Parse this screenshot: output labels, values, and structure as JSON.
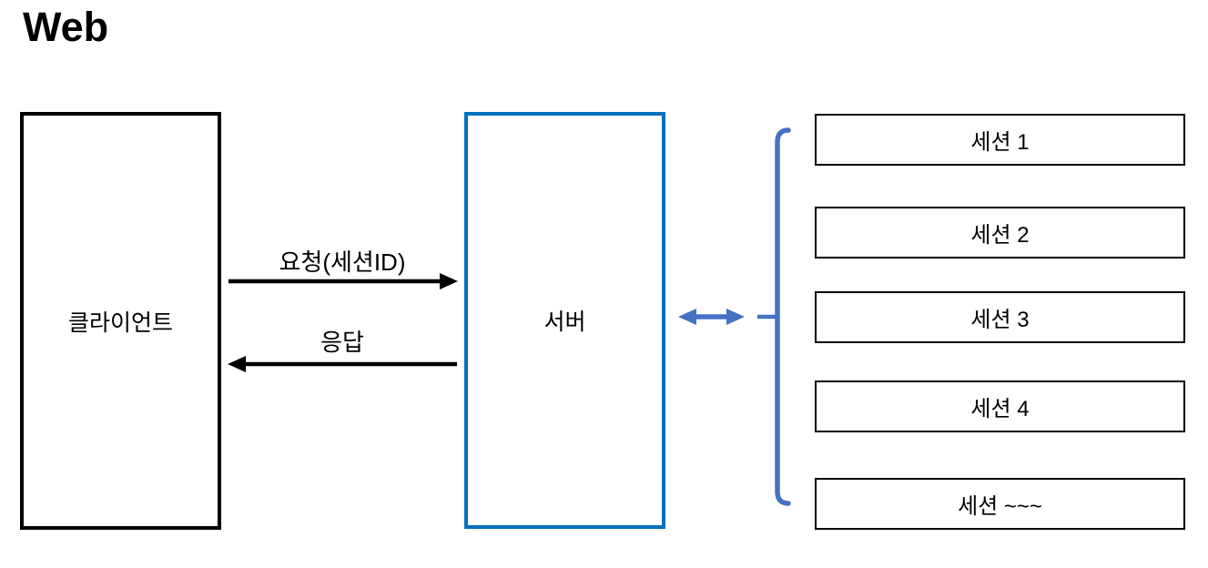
{
  "title": "Web",
  "colors": {
    "shape_black": "#000000",
    "server_border_blue": "#0070C0",
    "accent_blue": "#4472C4",
    "background": "#ffffff"
  },
  "client": {
    "label": "클라이언트"
  },
  "server": {
    "label": "서버"
  },
  "arrows": {
    "request": {
      "label": "요청(세션ID)",
      "direction": "client-to-server"
    },
    "response": {
      "label": "응답",
      "direction": "server-to-client"
    },
    "server_sessions": {
      "label": "",
      "direction": "bidirectional"
    }
  },
  "sessions": {
    "items": [
      {
        "label": "세션 1"
      },
      {
        "label": "세션 2"
      },
      {
        "label": "세션 3"
      },
      {
        "label": "세션 4"
      },
      {
        "label": "세션 ~~~"
      }
    ]
  }
}
